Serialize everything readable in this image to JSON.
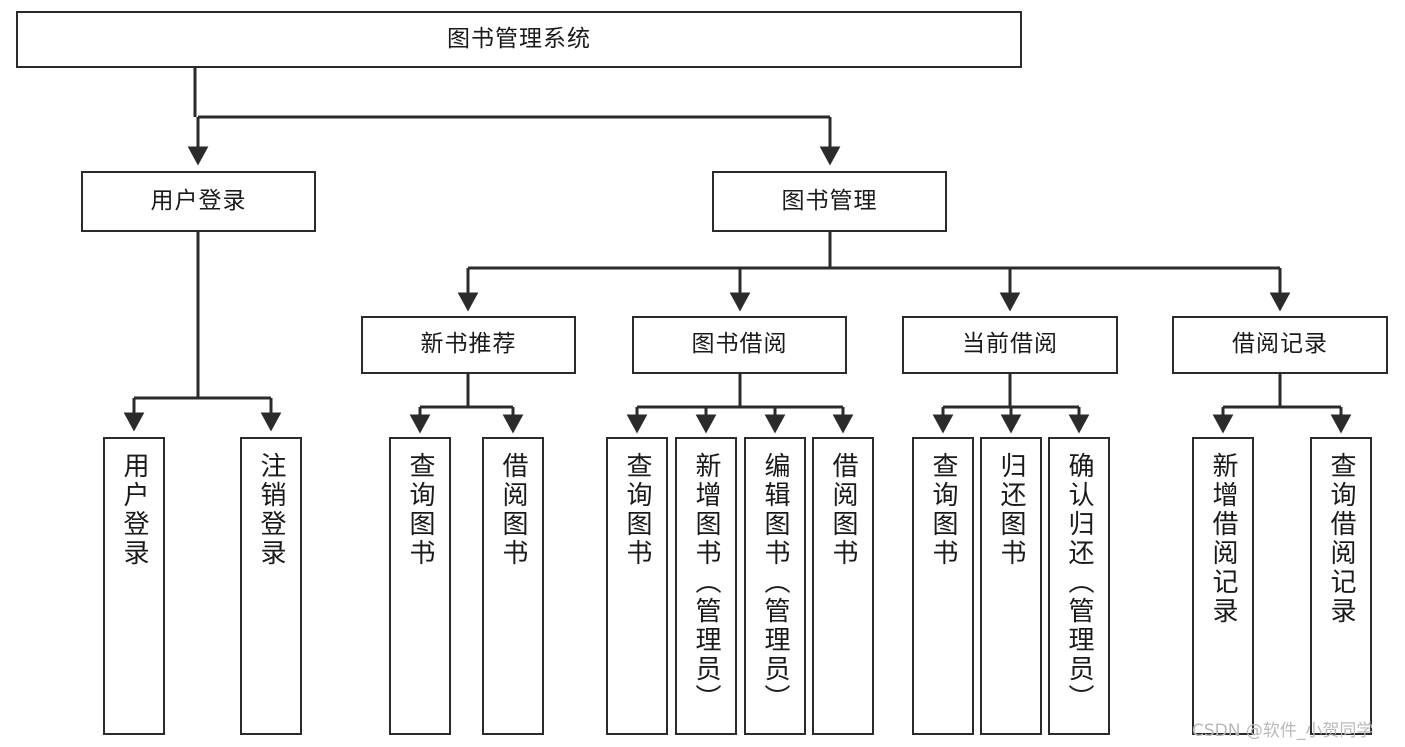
{
  "diagram": {
    "title": "图书管理系统",
    "type": "tree",
    "orientation": "top-down",
    "root": {
      "label": "图书管理系统"
    },
    "level1": [
      {
        "label": "用户登录"
      },
      {
        "label": "图书管理"
      }
    ],
    "level2": [
      {
        "label": "新书推荐"
      },
      {
        "label": "图书借阅"
      },
      {
        "label": "当前借阅"
      },
      {
        "label": "借阅记录"
      }
    ],
    "leaves": {
      "user_login": [
        {
          "label": "用户登录"
        },
        {
          "label": "注销登录"
        }
      ],
      "new_book_recommend": [
        {
          "label": "查询图书"
        },
        {
          "label": "借阅图书"
        }
      ],
      "book_borrow": [
        {
          "label": "查询图书"
        },
        {
          "label": "新增图书（管理员）"
        },
        {
          "label": "编辑图书（管理员）"
        },
        {
          "label": "借阅图书"
        }
      ],
      "current_borrow": [
        {
          "label": "查询图书"
        },
        {
          "label": "归还图书"
        },
        {
          "label": "确认归还（管理员）"
        }
      ],
      "borrow_record": [
        {
          "label": "新增借阅记录"
        },
        {
          "label": "查询借阅记录"
        }
      ]
    }
  },
  "watermark": {
    "text": "CSDN @软件_小贺同学"
  },
  "colors": {
    "stroke": "#2b2b2b",
    "background": "#ffffff",
    "text": "#1a1a1a",
    "watermark": "#b9b9b9"
  }
}
